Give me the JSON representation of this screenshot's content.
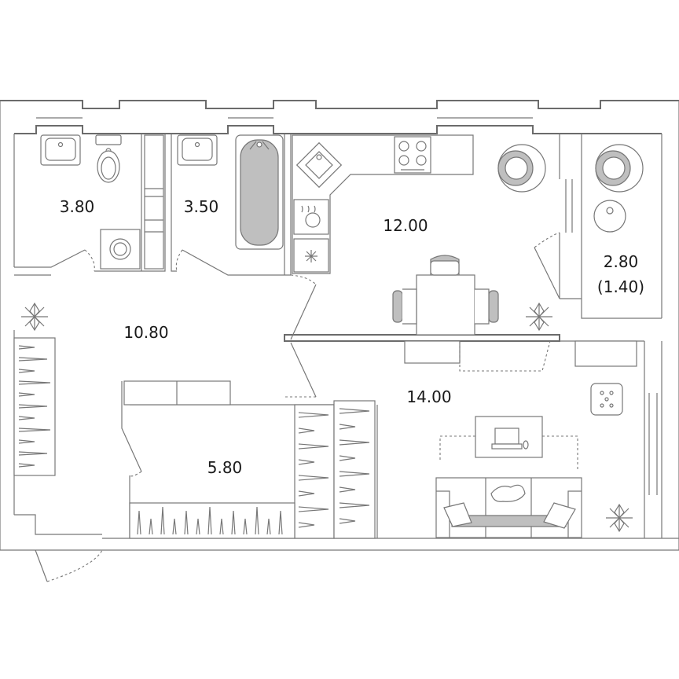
{
  "floor_plan": {
    "rooms": [
      {
        "id": "bathroom-1",
        "area": "3.80"
      },
      {
        "id": "bathroom-2",
        "area": "3.50"
      },
      {
        "id": "kitchen",
        "area": "12.00"
      },
      {
        "id": "loggia",
        "area": "2.80",
        "area_reduced": "(1.40)"
      },
      {
        "id": "hallway",
        "area": "10.80"
      },
      {
        "id": "living-room",
        "area": "14.00"
      },
      {
        "id": "wardrobe-room",
        "area": "5.80"
      }
    ],
    "colors": {
      "wall_stroke": "#6b6b6b",
      "furniture_stroke": "#777777",
      "fabric_gray": "#bfbfbf",
      "label": "#1a1a1a",
      "background": "#ffffff"
    }
  }
}
